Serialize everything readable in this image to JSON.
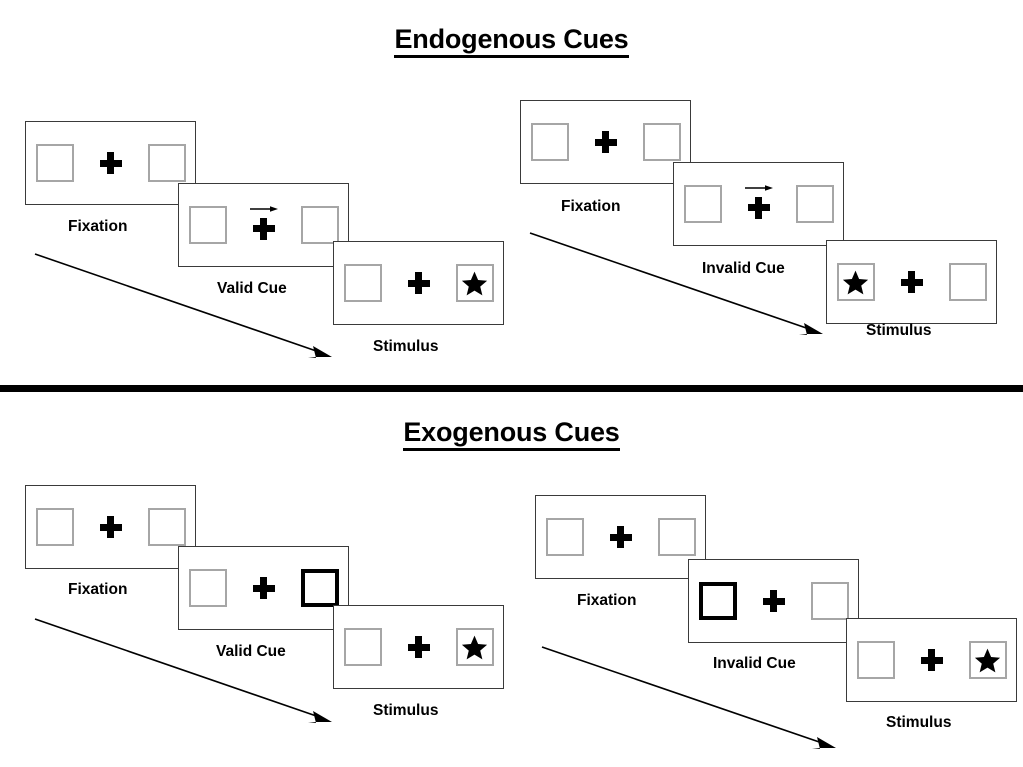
{
  "figure": {
    "title_endogenous": "Endogenous Cues",
    "title_exogenous": "Exogenous Cues"
  },
  "sections": [
    {
      "id": "endogenous",
      "title": "Endogenous Cues",
      "columns": [
        {
          "id": "endogenous-valid",
          "panels": [
            {
              "id": "fixation",
              "caption": "Fixation",
              "left_box": "empty",
              "right_box": "empty",
              "cue": "none",
              "center": "plus"
            },
            {
              "id": "valid-cue",
              "caption": "Valid Cue",
              "left_box": "empty",
              "right_box": "empty",
              "cue": "arrow-right",
              "center": "plus-with-arrow"
            },
            {
              "id": "stimulus",
              "caption": "Stimulus",
              "left_box": "empty",
              "right_box": "star",
              "cue": "none",
              "center": "plus"
            }
          ],
          "flow_arrow_label": "trial-progression-arrow"
        },
        {
          "id": "endogenous-invalid",
          "panels": [
            {
              "id": "fixation",
              "caption": "Fixation",
              "left_box": "empty",
              "right_box": "empty",
              "cue": "none",
              "center": "plus"
            },
            {
              "id": "invalid-cue",
              "caption": "Invalid Cue",
              "left_box": "empty",
              "right_box": "empty",
              "cue": "arrow-right",
              "center": "plus-with-arrow"
            },
            {
              "id": "stimulus",
              "caption": "Stimulus",
              "left_box": "star",
              "right_box": "empty",
              "cue": "none",
              "center": "plus"
            }
          ],
          "flow_arrow_label": "trial-progression-arrow"
        }
      ]
    },
    {
      "id": "exogenous",
      "title": "Exogenous Cues",
      "columns": [
        {
          "id": "exogenous-valid",
          "panels": [
            {
              "id": "fixation",
              "caption": "Fixation",
              "left_box": "empty",
              "right_box": "empty",
              "cue": "none",
              "center": "plus"
            },
            {
              "id": "valid-cue",
              "caption": "Valid Cue",
              "left_box": "empty",
              "right_box": "cued",
              "cue": "box-flash-right",
              "center": "plus"
            },
            {
              "id": "stimulus",
              "caption": "Stimulus",
              "left_box": "empty",
              "right_box": "star",
              "cue": "none",
              "center": "plus"
            }
          ],
          "flow_arrow_label": "trial-progression-arrow"
        },
        {
          "id": "exogenous-invalid",
          "panels": [
            {
              "id": "fixation",
              "caption": "Fixation",
              "left_box": "empty",
              "right_box": "empty",
              "cue": "none",
              "center": "plus"
            },
            {
              "id": "invalid-cue",
              "caption": "Invalid Cue",
              "left_box": "cued",
              "right_box": "empty",
              "cue": "box-flash-left",
              "center": "plus"
            },
            {
              "id": "stimulus",
              "caption": "Stimulus",
              "left_box": "empty",
              "right_box": "star",
              "cue": "none",
              "center": "plus"
            }
          ],
          "flow_arrow_label": "trial-progression-arrow"
        }
      ]
    }
  ],
  "captions": {
    "fixation": "Fixation",
    "valid_cue": "Valid Cue",
    "invalid_cue": "Invalid Cue",
    "stimulus": "Stimulus"
  },
  "colors": {
    "background": "#ffffff",
    "panel_border": "#3a3a3a",
    "box_border": "#a6a6a6",
    "cued_box_border": "#000000",
    "text": "#000000",
    "divider": "#000000"
  }
}
